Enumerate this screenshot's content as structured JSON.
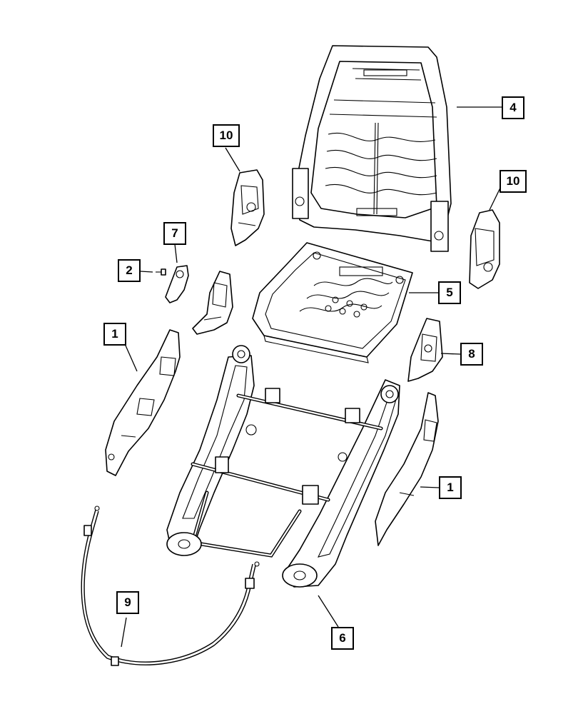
{
  "colors": {
    "line": "#000000",
    "background": "#ffffff"
  },
  "callouts": [
    {
      "id": "c1a",
      "label": "1"
    },
    {
      "id": "c1b",
      "label": "1"
    },
    {
      "id": "c2",
      "label": "2"
    },
    {
      "id": "c4",
      "label": "4"
    },
    {
      "id": "c5",
      "label": "5"
    },
    {
      "id": "c6",
      "label": "6"
    },
    {
      "id": "c7",
      "label": "7"
    },
    {
      "id": "c8",
      "label": "8"
    },
    {
      "id": "c9",
      "label": "9"
    },
    {
      "id": "c10a",
      "label": "10"
    },
    {
      "id": "c10b",
      "label": "10"
    }
  ]
}
